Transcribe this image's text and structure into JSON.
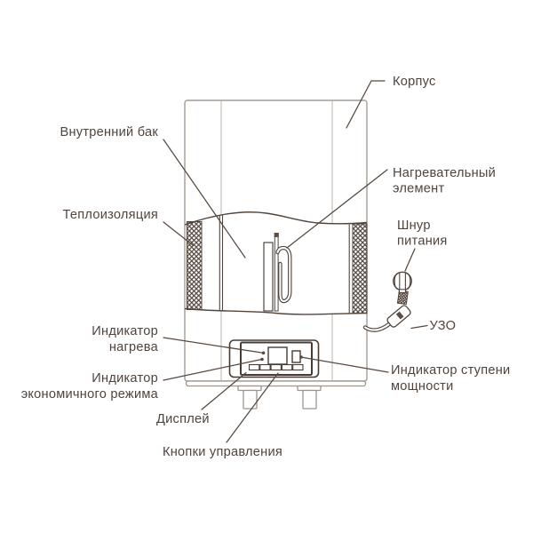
{
  "diagram": {
    "kind": "water-heater-cutaway-diagram",
    "labels": {
      "korpus": {
        "text": "Корпус"
      },
      "inner_tank": {
        "text": "Внутренний бак"
      },
      "insulation": {
        "text": "Теплоизоляция"
      },
      "heating_element": {
        "line1": "Нагревательный",
        "line2": "элемент"
      },
      "power_cord": {
        "line1": "Шнур",
        "line2": "питания"
      },
      "rcd": {
        "text": "УЗО"
      },
      "heating_indicator": {
        "line1": "Индикатор",
        "line2": "нагрева"
      },
      "eco_indicator": {
        "line1": "Индикатор",
        "line2": "экономичного режима"
      },
      "display": {
        "text": "Дисплей"
      },
      "control_buttons": {
        "text": "Кнопки управления"
      },
      "power_level_indicator": {
        "line1": "Индикатор ступени",
        "line2": "мощности"
      }
    },
    "colors": {
      "background": "#ffffff",
      "casing_line": "#a49c95",
      "section_line": "#52453d",
      "leader_line": "#56483f",
      "text": "#50443d",
      "light_line": "#c6c0ba"
    }
  }
}
